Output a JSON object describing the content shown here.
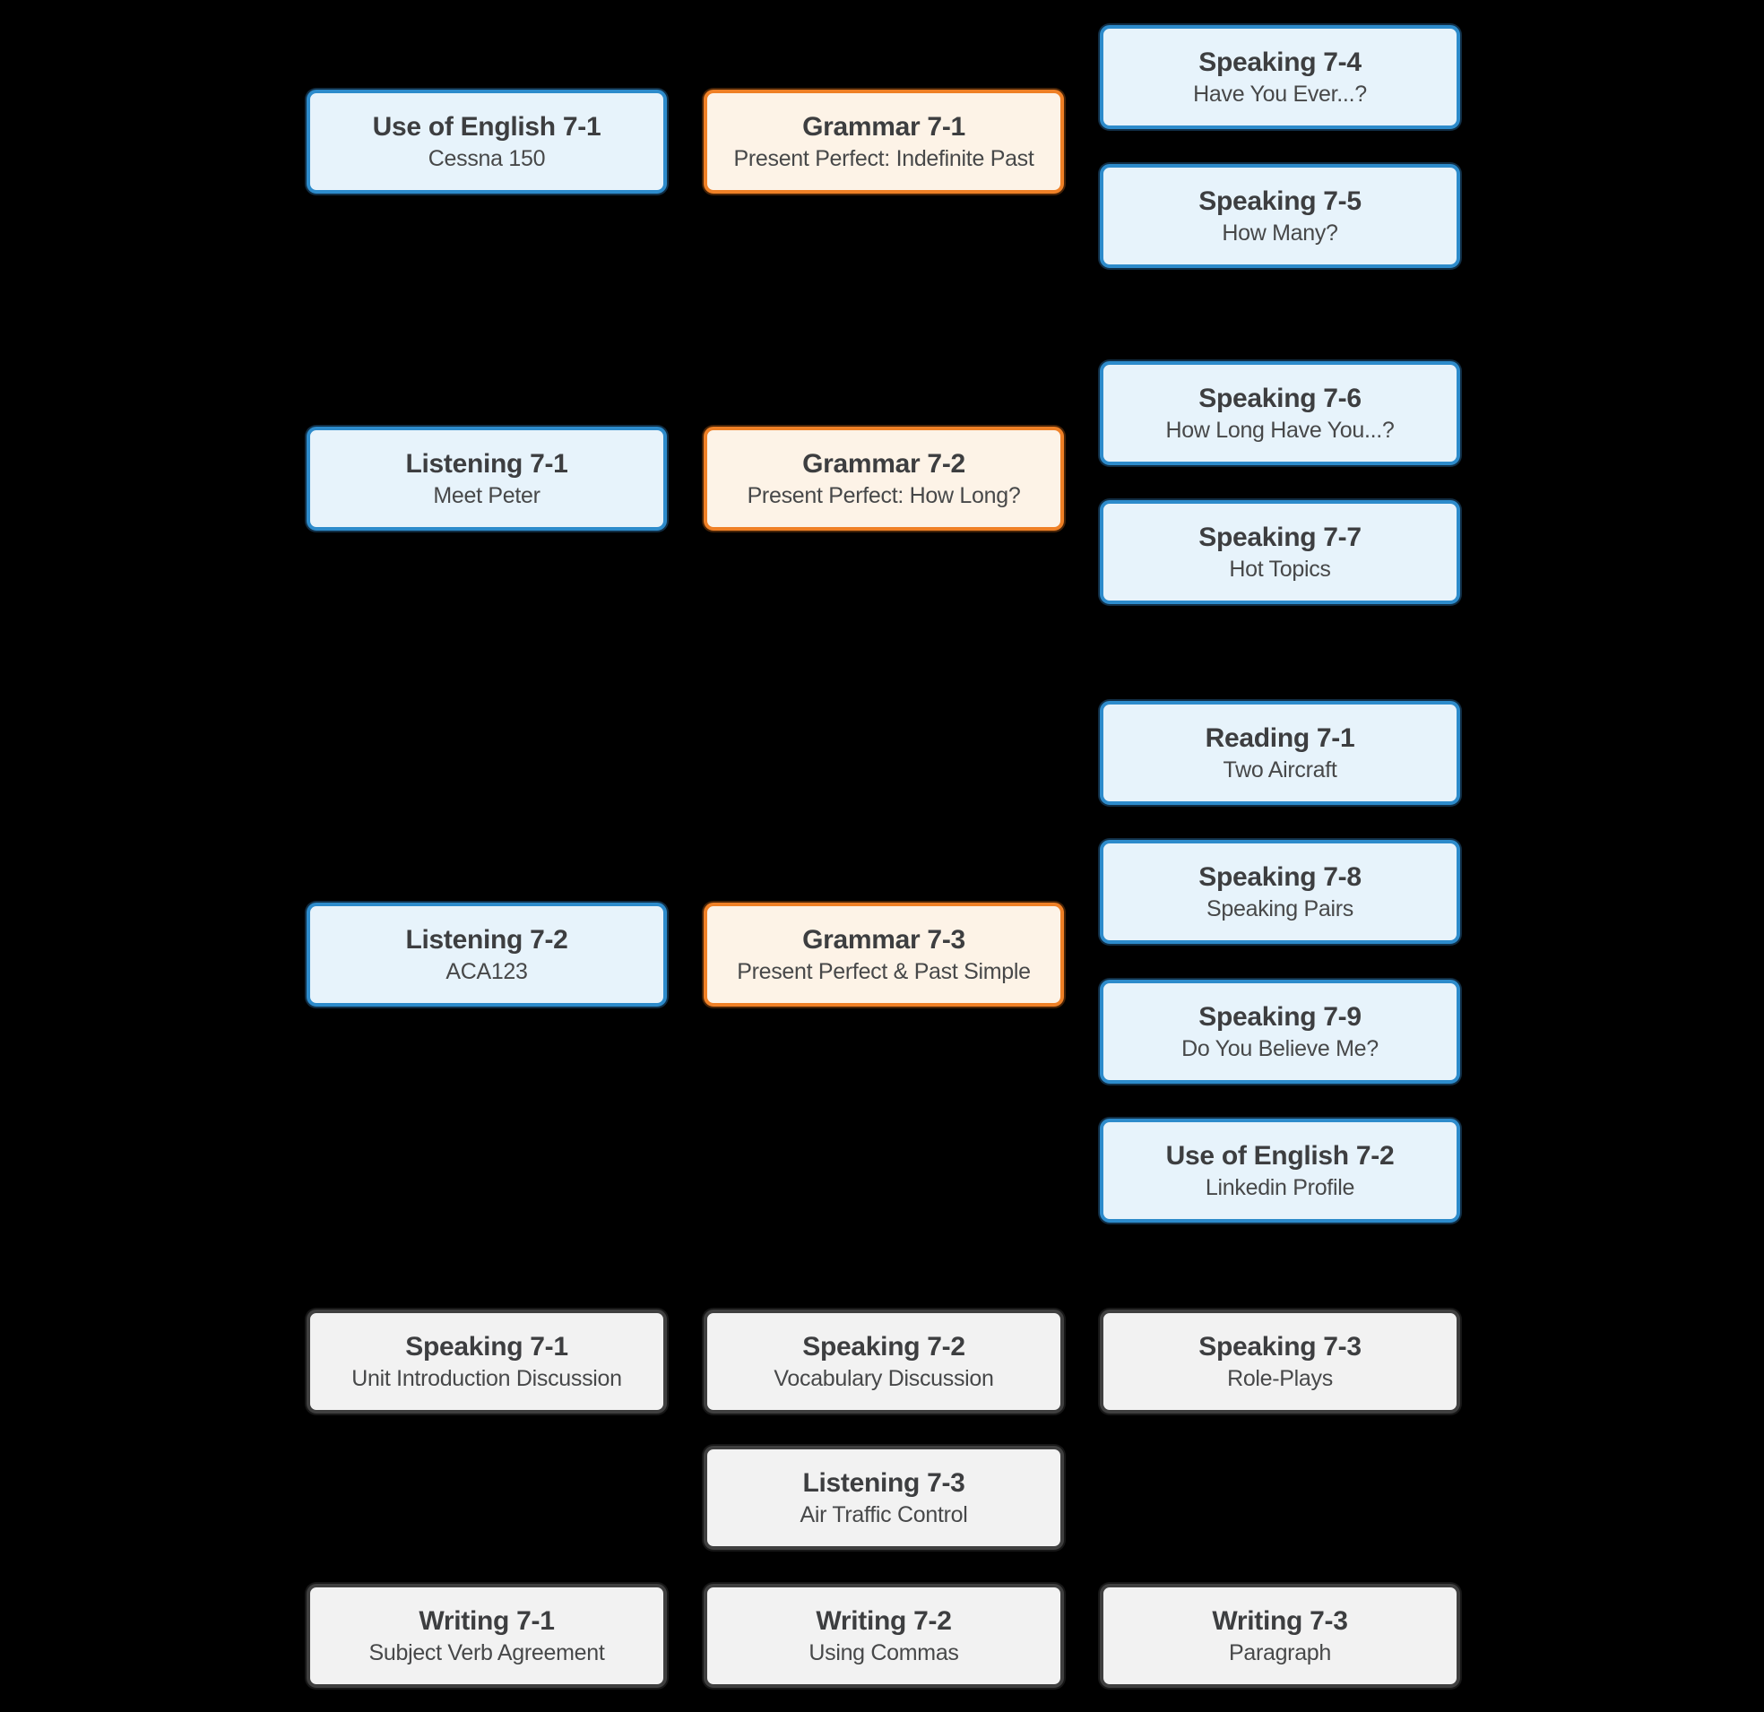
{
  "diagram": {
    "background_color": "#000000",
    "colors": {
      "blue_fill": "#e7f3fb",
      "blue_border": "#2d8bcb",
      "orange_fill": "#fdf3e7",
      "orange_border": "#ef8026",
      "gray_fill": "#f2f2f2",
      "gray_border": "#3f3f3f",
      "text": "#3d3e40"
    },
    "boxes": [
      {
        "id": "use-of-english-7-1",
        "title": "Use of English 7-1",
        "subtitle": "Cessna 150",
        "variant": "blue"
      },
      {
        "id": "grammar-7-1",
        "title": "Grammar 7-1",
        "subtitle": "Present Perfect: Indefinite Past",
        "variant": "orange"
      },
      {
        "id": "speaking-7-4",
        "title": "Speaking 7-4",
        "subtitle": "Have You Ever...?",
        "variant": "blue"
      },
      {
        "id": "speaking-7-5",
        "title": "Speaking 7-5",
        "subtitle": "How Many?",
        "variant": "blue"
      },
      {
        "id": "listening-7-1",
        "title": "Listening 7-1",
        "subtitle": "Meet Peter",
        "variant": "blue"
      },
      {
        "id": "grammar-7-2",
        "title": "Grammar 7-2",
        "subtitle": "Present Perfect: How Long?",
        "variant": "orange"
      },
      {
        "id": "speaking-7-6",
        "title": "Speaking 7-6",
        "subtitle": "How Long Have You...?",
        "variant": "blue"
      },
      {
        "id": "speaking-7-7",
        "title": "Speaking 7-7",
        "subtitle": "Hot Topics",
        "variant": "blue"
      },
      {
        "id": "reading-7-1",
        "title": "Reading 7-1",
        "subtitle": "Two Aircraft",
        "variant": "blue"
      },
      {
        "id": "speaking-7-8",
        "title": "Speaking 7-8",
        "subtitle": "Speaking Pairs",
        "variant": "blue"
      },
      {
        "id": "listening-7-2",
        "title": "Listening 7-2",
        "subtitle": "ACA123",
        "variant": "blue"
      },
      {
        "id": "grammar-7-3",
        "title": "Grammar 7-3",
        "subtitle": "Present Perfect & Past Simple",
        "variant": "orange"
      },
      {
        "id": "speaking-7-9",
        "title": "Speaking 7-9",
        "subtitle": "Do You Believe Me?",
        "variant": "blue"
      },
      {
        "id": "use-of-english-7-2",
        "title": "Use of English 7-2",
        "subtitle": "Linkedin Profile",
        "variant": "blue"
      },
      {
        "id": "speaking-7-1",
        "title": "Speaking 7-1",
        "subtitle": "Unit Introduction Discussion",
        "variant": "gray"
      },
      {
        "id": "speaking-7-2",
        "title": "Speaking 7-2",
        "subtitle": "Vocabulary Discussion",
        "variant": "gray"
      },
      {
        "id": "speaking-7-3",
        "title": "Speaking 7-3",
        "subtitle": "Role-Plays",
        "variant": "gray"
      },
      {
        "id": "listening-7-3",
        "title": "Listening 7-3",
        "subtitle": "Air Traffic Control",
        "variant": "gray"
      },
      {
        "id": "writing-7-1",
        "title": "Writing 7-1",
        "subtitle": "Subject Verb Agreement",
        "variant": "gray"
      },
      {
        "id": "writing-7-2",
        "title": "Writing 7-2",
        "subtitle": "Using Commas",
        "variant": "gray"
      },
      {
        "id": "writing-7-3",
        "title": "Writing 7-3",
        "subtitle": "Paragraph",
        "variant": "gray"
      }
    ]
  }
}
